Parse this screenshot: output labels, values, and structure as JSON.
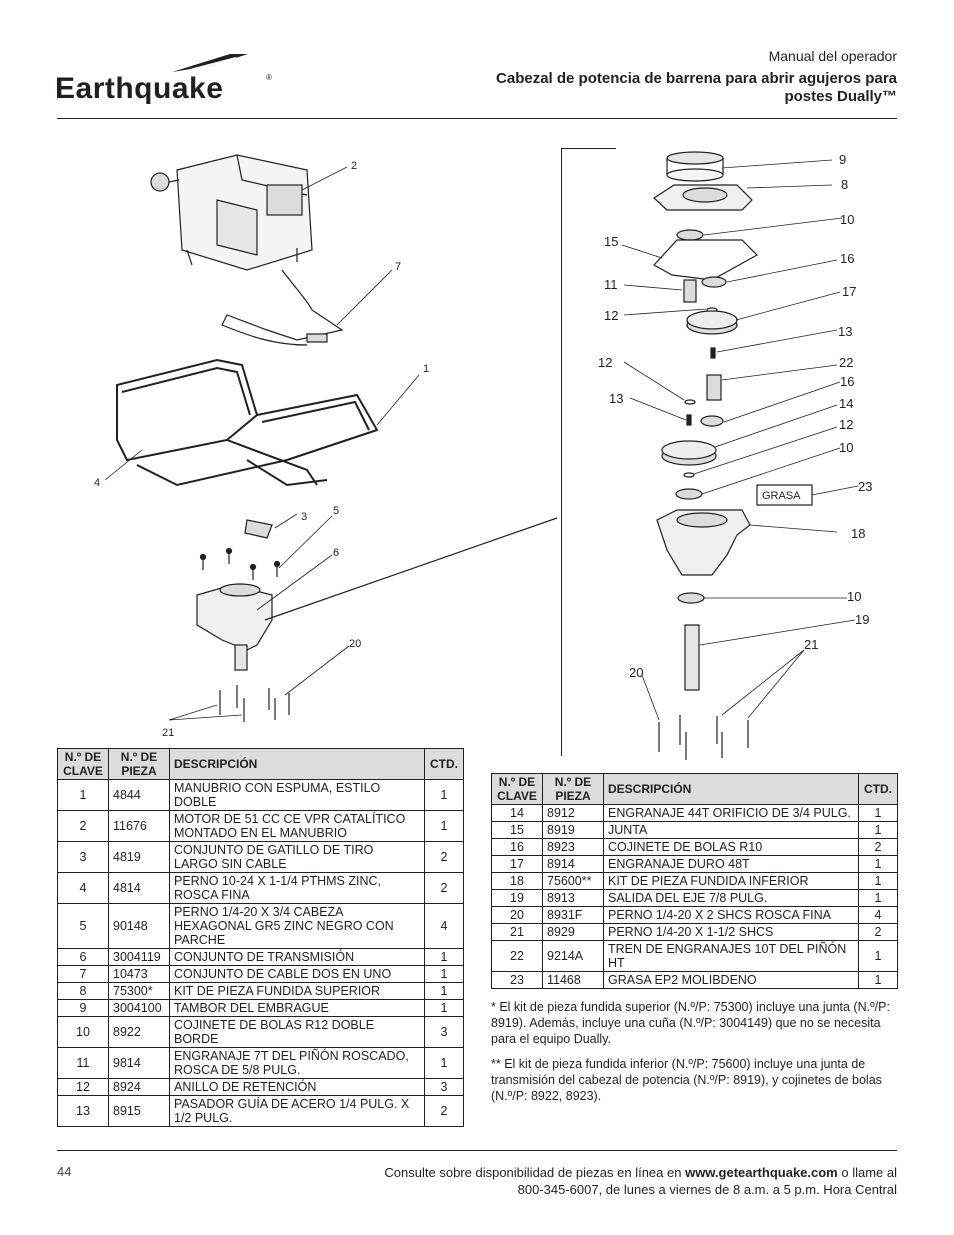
{
  "header": {
    "brand": "Earthquake",
    "brand_mark": "®",
    "manual": "Manual del operador",
    "title": "Cabezal de potencia de barrena para abrir agujeros para postes Dually™"
  },
  "table_columns": [
    "N.º DE CLAVE",
    "N.º DE PIEZA",
    "DESCRIPCIÓN",
    "CTD."
  ],
  "table1": [
    {
      "key": "1",
      "part": "4844",
      "desc": "MANUBRIO CON ESPUMA, ESTILO DOBLE",
      "qty": "1"
    },
    {
      "key": "2",
      "part": "11676",
      "desc": "MOTOR DE 51 CC CE VPR CATALÍTICO MONTADO EN EL MANUBRIO",
      "qty": "1"
    },
    {
      "key": "3",
      "part": "4819",
      "desc": "CONJUNTO DE GATILLO DE TIRO LARGO SIN CABLE",
      "qty": "2"
    },
    {
      "key": "4",
      "part": "4814",
      "desc": "PERNO 10-24 X 1-1/4 PTHMS ZINC, ROSCA FINA",
      "qty": "2"
    },
    {
      "key": "5",
      "part": "90148",
      "desc": "PERNO 1/4-20 X 3/4 CABEZA HEXAGONAL GR5 ZINC NEGRO CON PARCHE",
      "qty": "4"
    },
    {
      "key": "6",
      "part": "3004119",
      "desc": "CONJUNTO DE TRANSMISIÓN",
      "qty": "1"
    },
    {
      "key": "7",
      "part": "10473",
      "desc": "CONJUNTO DE CABLE DOS EN UNO",
      "qty": "1"
    },
    {
      "key": "8",
      "part": "75300*",
      "desc": "KIT DE PIEZA FUNDIDA SUPERIOR",
      "qty": "1"
    },
    {
      "key": "9",
      "part": "3004100",
      "desc": "TAMBOR DEL EMBRAGUE",
      "qty": "1"
    },
    {
      "key": "10",
      "part": "8922",
      "desc": "COJINETE DE BOLAS R12 DOBLE BORDE",
      "qty": "3"
    },
    {
      "key": "11",
      "part": "9814",
      "desc": "ENGRANAJE 7T DEL PIÑÓN ROSCADO, ROSCA DE 5/8 PULG.",
      "qty": "1"
    },
    {
      "key": "12",
      "part": "8924",
      "desc": "ANILLO DE RETENCIÓN",
      "qty": "3"
    },
    {
      "key": "13",
      "part": "8915",
      "desc": "PASADOR GUÍA DE ACERO 1/4 PULG. X 1/2 PULG.",
      "qty": "2"
    }
  ],
  "table2": [
    {
      "key": "14",
      "part": "8912",
      "desc": "ENGRANAJE 44T ORIFICIO DE 3/4 PULG.",
      "qty": "1"
    },
    {
      "key": "15",
      "part": "8919",
      "desc": "JUNTA",
      "qty": "1"
    },
    {
      "key": "16",
      "part": "8923",
      "desc": "COJINETE DE BOLAS R10",
      "qty": "2"
    },
    {
      "key": "17",
      "part": "8914",
      "desc": "ENGRANAJE DURO 48T",
      "qty": "1"
    },
    {
      "key": "18",
      "part": "75600**",
      "desc": "KIT DE PIEZA FUNDIDA INFERIOR",
      "qty": "1"
    },
    {
      "key": "19",
      "part": "8913",
      "desc": "SALIDA DEL EJE 7/8 PULG.",
      "qty": "1"
    },
    {
      "key": "20",
      "part": "8931F",
      "desc": "PERNO 1/4-20 X 2 SHCS ROSCA FINA",
      "qty": "4"
    },
    {
      "key": "21",
      "part": "8929",
      "desc": "PERNO 1/4-20 X 1-1/2 SHCS",
      "qty": "2"
    },
    {
      "key": "22",
      "part": "9214A",
      "desc": "TREN DE ENGRANAJES 10T DEL PIÑÓN HT",
      "qty": "1"
    },
    {
      "key": "23",
      "part": "11468",
      "desc": "GRASA EP2 MOLIBDENO",
      "qty": "1"
    }
  ],
  "notes": [
    "* El kit de pieza fundida superior (N.º/P: 75300) incluye una junta (N.º/P: 8919). Además, incluye una cuña (N.º/P: 3004149) que no se necesita para el equipo Dually.",
    "** El kit de pieza fundida inferior (N.º/P: 75600) incluye una junta de transmisión del cabezal de potencia (N.º/P: 8919), y cojinetes de bolas (N.º/P: 8922, 8923)."
  ],
  "footer": {
    "page": "44",
    "line1_pre": "Consulte sobre disponibilidad de piezas en línea en ",
    "url": "www.getearthquake.com",
    "line1_post": " o llame al",
    "line2": "800-345-6007, de lunes a viernes de 8 a.m. a 5 p.m. Hora Central"
  },
  "diagram_left": {
    "labels": [
      "2",
      "7",
      "1",
      "4",
      "3",
      "5",
      "6",
      "20",
      "21"
    ]
  },
  "diagram_right": {
    "labels": [
      "9",
      "8",
      "10",
      "15",
      "16",
      "11",
      "17",
      "12",
      "13",
      "12",
      "22",
      "16",
      "13",
      "14",
      "12",
      "10",
      "23",
      "18",
      "10",
      "19",
      "21",
      "20"
    ],
    "grease_label": "GRASA"
  }
}
